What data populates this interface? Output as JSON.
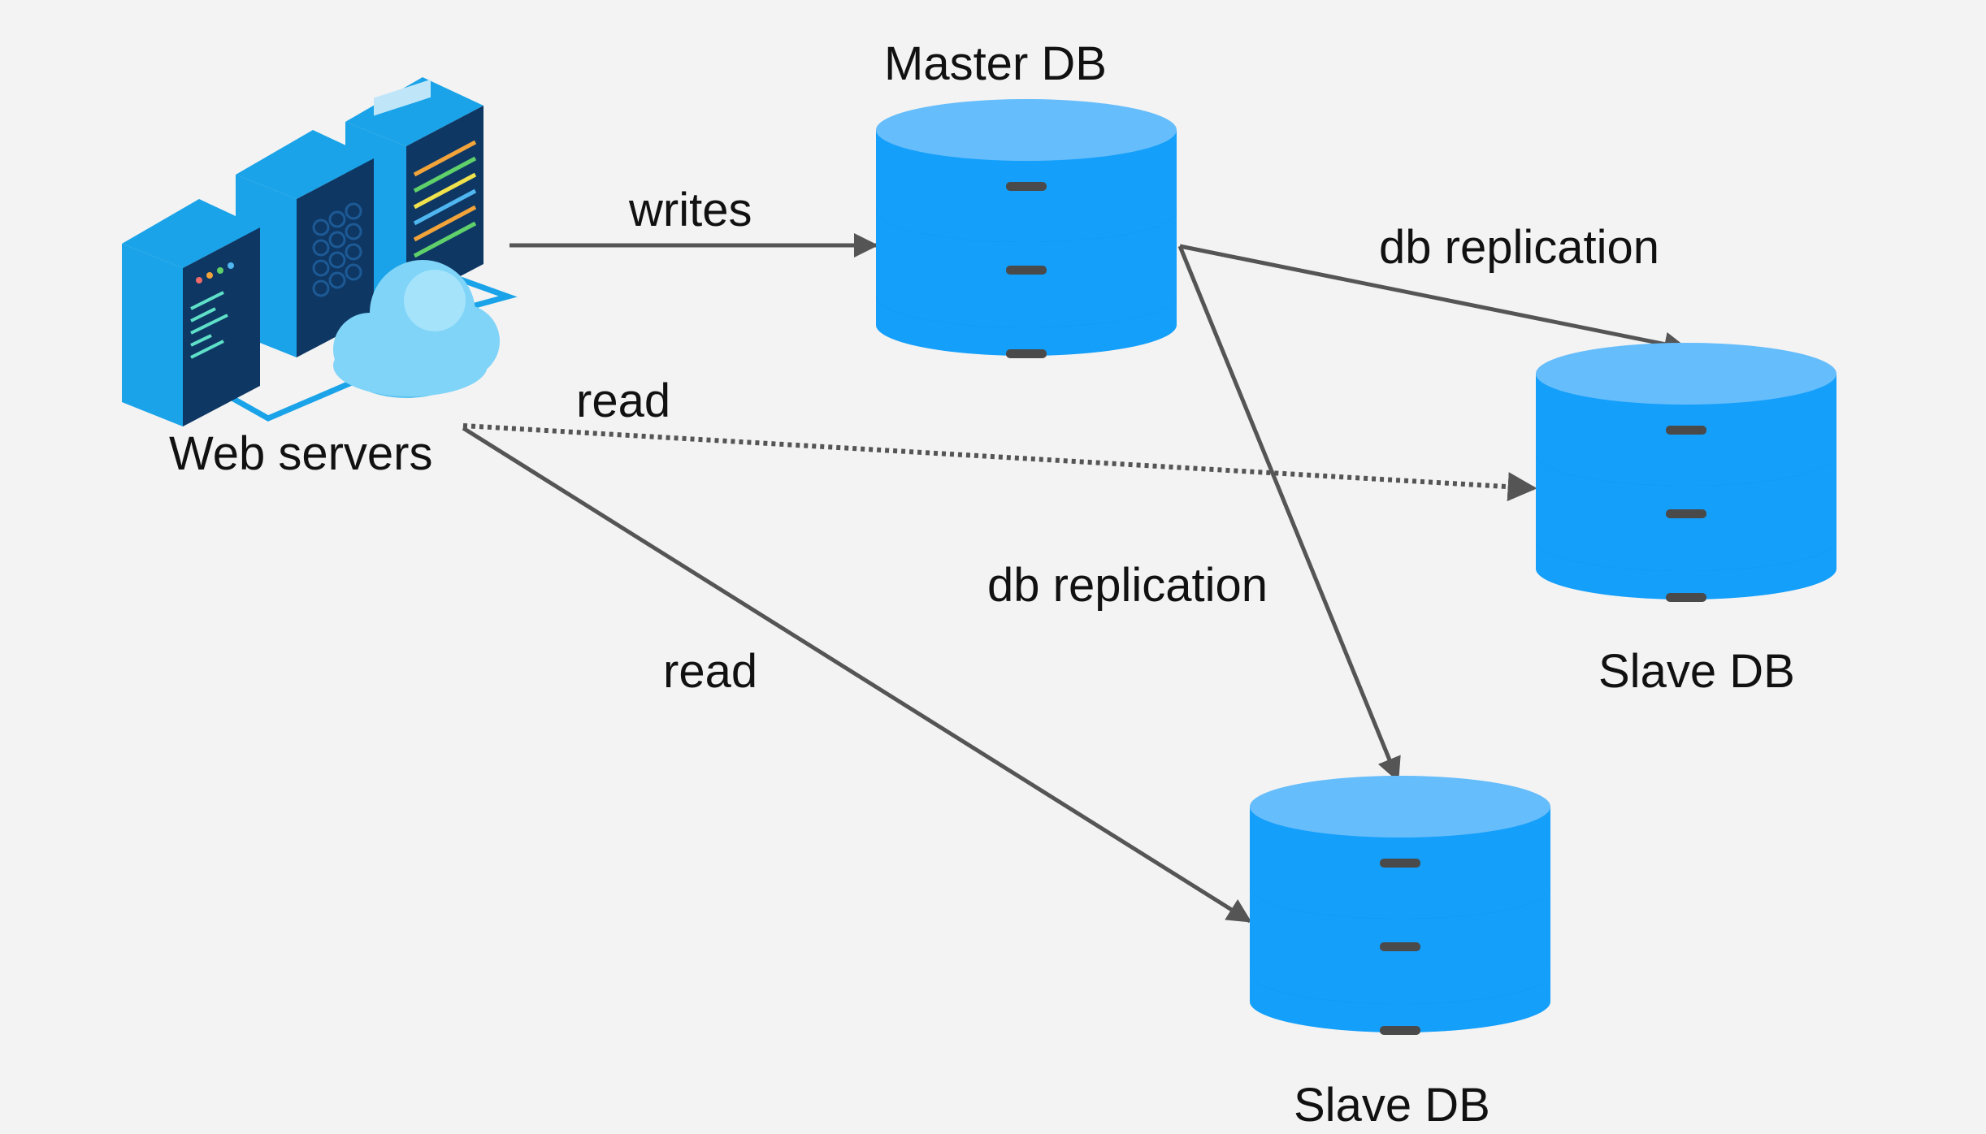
{
  "labels": {
    "master": "Master DB",
    "web_servers": "Web servers",
    "slave_right": "Slave DB",
    "slave_bottom": "Slave DB"
  },
  "edges": {
    "writes": "writes",
    "replication_right": "db replication",
    "replication_bottom": "db replication",
    "read_dotted": "read",
    "read_solid": "read"
  },
  "colors": {
    "background": "#f3f3f3",
    "db_top": "#66bdfb",
    "db_body": "#149ffb",
    "db_band": "#0a7ad0",
    "db_slot": "#4a4a4a",
    "arrow": "#555555",
    "server_dark": "#0e3764",
    "server_blue": "#1aa3e8",
    "cloud": "#7fd4f8"
  },
  "icons": {
    "web_servers": "server-rack-cloud-icon",
    "database": "database-cylinder-icon"
  }
}
